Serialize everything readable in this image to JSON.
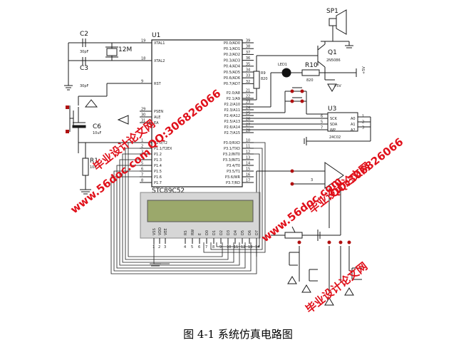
{
  "figure": {
    "caption": "图 4-1 系统仿真电路图"
  },
  "components": {
    "mcu": {
      "ref": "U1",
      "part": "STC89C52",
      "left_pins": [
        {
          "num": "19",
          "name": "XTAL1"
        },
        {
          "num": "18",
          "name": "XTAL2"
        },
        {
          "num": "9",
          "name": "RST"
        },
        {
          "num": "29",
          "name": "PSEN"
        },
        {
          "num": "30",
          "name": "ALE"
        },
        {
          "num": "31",
          "name": "EA"
        },
        {
          "num": "1",
          "name": "P1.0/T2"
        },
        {
          "num": "2",
          "name": "P1.1/T2EX"
        },
        {
          "num": "3",
          "name": "P1.2"
        },
        {
          "num": "4",
          "name": "P1.3"
        },
        {
          "num": "5",
          "name": "P1.4"
        },
        {
          "num": "6",
          "name": "P1.5"
        },
        {
          "num": "7",
          "name": "P1.6"
        },
        {
          "num": "8",
          "name": "P1.7"
        }
      ],
      "right_pins": [
        {
          "num": "39",
          "name": "P0.0/AD0"
        },
        {
          "num": "38",
          "name": "P0.1/AD1"
        },
        {
          "num": "37",
          "name": "P0.2/AD2"
        },
        {
          "num": "36",
          "name": "P0.3/AD3"
        },
        {
          "num": "35",
          "name": "P0.4/AD4"
        },
        {
          "num": "34",
          "name": "P0.5/AD5"
        },
        {
          "num": "33",
          "name": "P0.6/AD6"
        },
        {
          "num": "32",
          "name": "P0.7/AD7"
        },
        {
          "num": "21",
          "name": "P2.0/A8"
        },
        {
          "num": "22",
          "name": "P2.1/A9"
        },
        {
          "num": "23",
          "name": "P2.2/A10"
        },
        {
          "num": "24",
          "name": "P2.3/A11"
        },
        {
          "num": "25",
          "name": "P2.4/A12"
        },
        {
          "num": "26",
          "name": "P2.5/A13"
        },
        {
          "num": "27",
          "name": "P2.6/A14"
        },
        {
          "num": "28",
          "name": "P2.7/A15"
        },
        {
          "num": "10",
          "name": "P3.0/RXD"
        },
        {
          "num": "11",
          "name": "P3.1/TXD"
        },
        {
          "num": "12",
          "name": "P3.2/INT0"
        },
        {
          "num": "13",
          "name": "P3.3/INT1"
        },
        {
          "num": "14",
          "name": "P3.4/T0"
        },
        {
          "num": "15",
          "name": "P3.5/T1"
        },
        {
          "num": "16",
          "name": "P3.6/WR"
        },
        {
          "num": "17",
          "name": "P3.7/RD"
        }
      ]
    },
    "c2": {
      "ref": "C2",
      "value": "30pF"
    },
    "c3": {
      "ref": "C3",
      "value": "30pF"
    },
    "crystal": {
      "ref": "12M"
    },
    "c6": {
      "ref": "C6",
      "value": "10uF"
    },
    "r1": {
      "ref": "R1",
      "value": "10K"
    },
    "speaker": {
      "ref": "SP1"
    },
    "q1": {
      "ref": "Q1",
      "part": "2N5086"
    },
    "r9": {
      "ref": "R9",
      "value": "820"
    },
    "r10": {
      "ref": "R10",
      "value": "820"
    },
    "led": {
      "ref": "LED1"
    },
    "vcc1": {
      "label": "+5V"
    },
    "vcc2": {
      "label": "+5V"
    },
    "eeprom": {
      "ref": "U3",
      "part": "24C02",
      "pins": [
        {
          "num": "6",
          "name": "SCK",
          "side": "A0"
        },
        {
          "num": "5",
          "name": "SDA",
          "side": "A1"
        },
        {
          "num": "7",
          "name": "WP",
          "side": "A2"
        }
      ],
      "right_nums": [
        "1",
        "2",
        "3"
      ]
    },
    "lcd": {
      "pin_names": [
        "VSS",
        "VDD",
        "VEE",
        "RS",
        "RW",
        "E",
        "D0",
        "D1",
        "D2",
        "D3",
        "D4",
        "D5",
        "D6",
        "D7"
      ],
      "pin_nums": [
        "1",
        "2",
        "3",
        "4",
        "5",
        "6",
        "7",
        "8",
        "9",
        "10",
        "11",
        "12",
        "13",
        "14"
      ]
    },
    "opamp_pin": "3"
  },
  "watermarks": [
    {
      "text": "QQ:306826066"
    },
    {
      "text": "毕业设计论文网"
    },
    {
      "text": "www.56doc.com"
    },
    {
      "text": "www.56doc.com"
    },
    {
      "text": "QQ:306826066"
    },
    {
      "text": "毕业设计论文网"
    },
    {
      "text": "毕业设计论文网"
    }
  ],
  "colors": {
    "wire": "#1a1a1a",
    "lcd_screen": "#9ba86b",
    "lcd_frame": "#d6d6d6",
    "watermark": "#e0101a",
    "terminal_red": "#b01010",
    "led_body": "#111111"
  }
}
